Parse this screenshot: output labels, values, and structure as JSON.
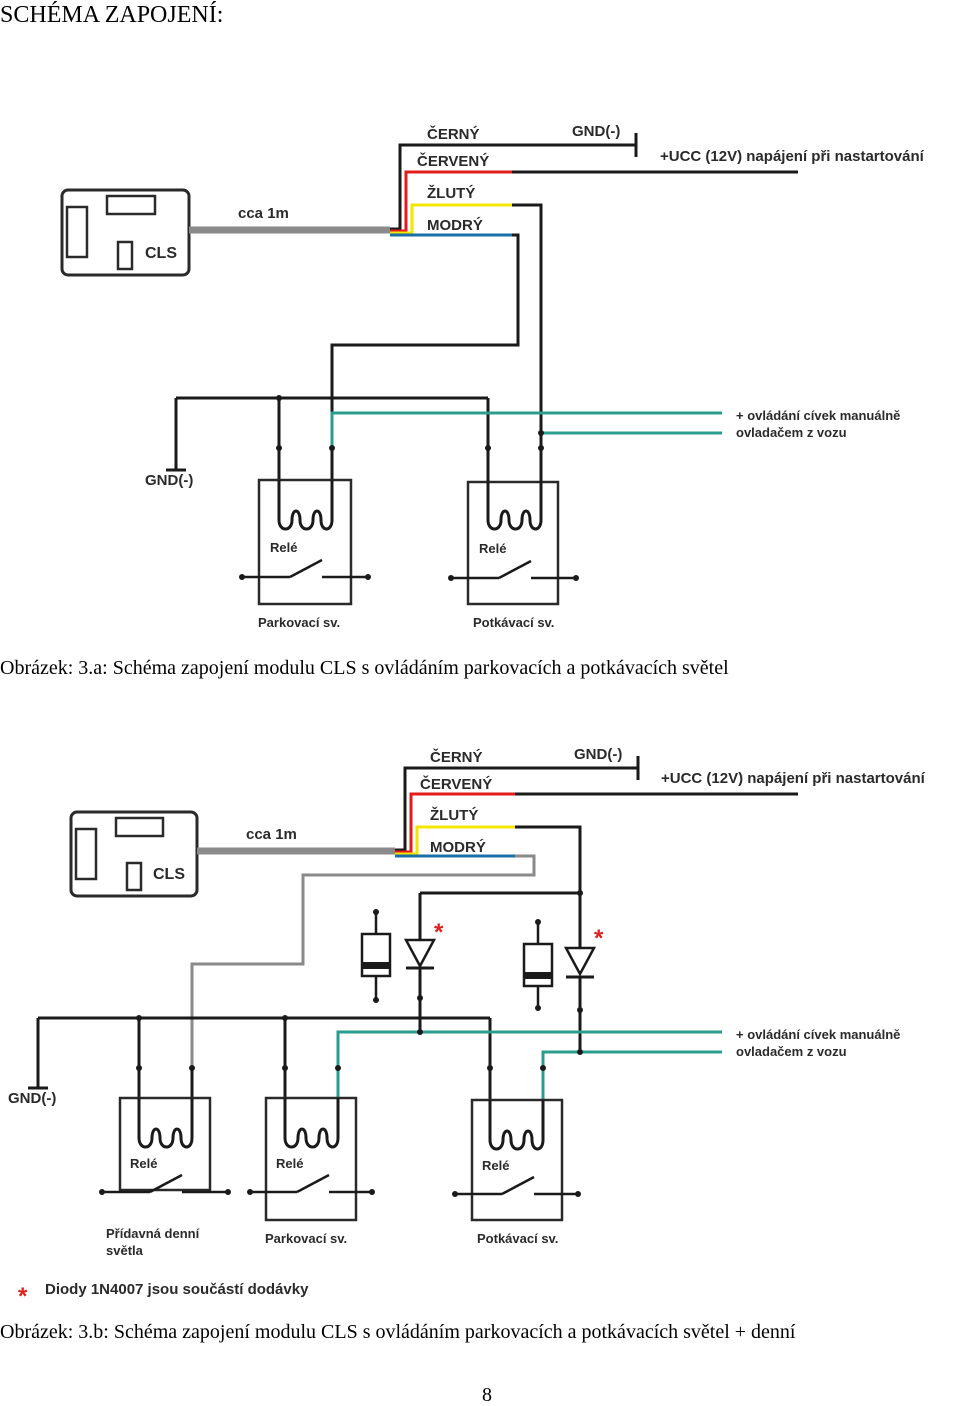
{
  "heading": "SCHÉMA ZAPOJENÍ:",
  "wires": {
    "black": "ČERNÝ",
    "red": "ČERVENÝ",
    "yellow": "ŽLUTÝ",
    "blue": "MODRÝ"
  },
  "labels": {
    "gnd": "GND(-)",
    "ucc": "+UCC (12V) napájení při nastartování",
    "cable": "cca 1m",
    "module": "CLS",
    "control_line1": "+ ovládání cívek manuálně",
    "control_line2": "ovladačem z vozu",
    "relay": "Relé",
    "parking": "Parkovací sv.",
    "dipped": "Potkávací sv.",
    "drl_line1": "Přídavná denní",
    "drl_line2": "světla",
    "diode_mark": "*",
    "diode_note": "Diody 1N4007 jsou součástí dodávky"
  },
  "captions": {
    "fig_a": "Obrázek: 3.a:  Schéma zapojení modulu CLS s ovládáním parkovacích a potkávacích světel",
    "fig_b": "Obrázek: 3.b:  Schéma zapojení modulu CLS s ovládáním parkovacích a potkávacích světel + denní"
  },
  "page_number": "8",
  "colors": {
    "black_wire": "#1a1a1a",
    "red_wire": "#e21b1b",
    "yellow_wire": "#f2e600",
    "blue_wire": "#1a6fa8",
    "control_wire": "#2a9d8f",
    "gray_wire": "#8a8a8a",
    "asterisk": "#e02020"
  }
}
